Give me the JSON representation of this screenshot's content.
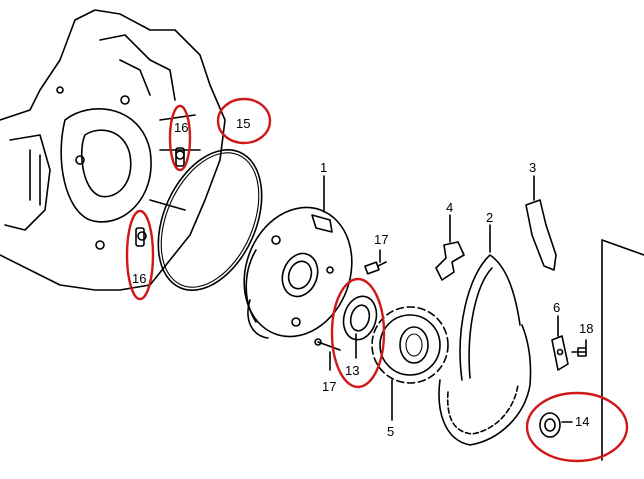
{
  "colors": {
    "highlight": "#d01818",
    "ink": "#000000",
    "background": "#ffffff"
  },
  "labels": {
    "p1": "1",
    "p2": "2",
    "p3": "3",
    "p4": "4",
    "p5": "5",
    "p6": "6",
    "p13": "13",
    "p14": "14",
    "p15": "15",
    "p16_top": "16",
    "p16_bottom": "16",
    "p17_upper": "17",
    "p17_lower": "17",
    "p18": "18"
  }
}
